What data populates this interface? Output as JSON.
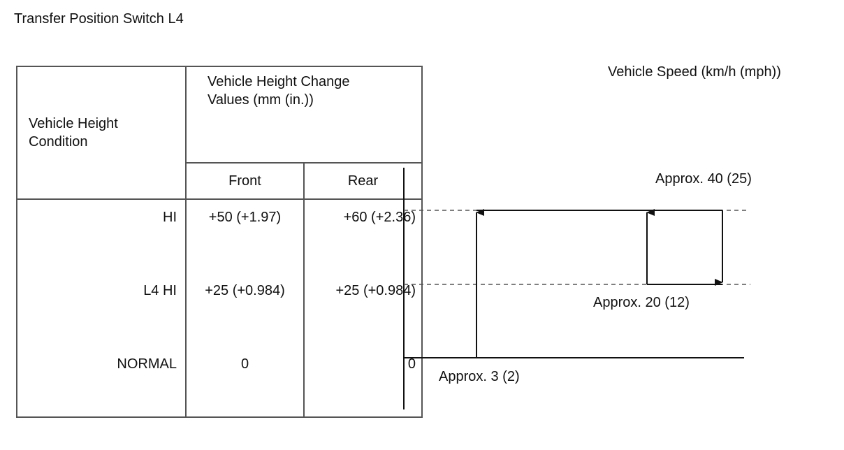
{
  "title": "Transfer Position Switch L4",
  "table": {
    "header_condition": [
      "Vehicle Height",
      "Condition"
    ],
    "header_values": [
      "Vehicle Height Change",
      "Values (mm (in.))"
    ],
    "sub_front": "Front",
    "sub_rear": "Rear",
    "rows": [
      {
        "condition": "HI",
        "front": "+50 (+1.97)",
        "rear": "+60 (+2.36)"
      },
      {
        "condition": "L4 HI",
        "front": "+25 (+0.984)",
        "rear": "+25 (+0.984)"
      },
      {
        "condition": "NORMAL",
        "front": "0",
        "rear": "0"
      }
    ]
  },
  "graph": {
    "axis_label": "Vehicle Speed (km/h (mph))",
    "label_40": "Approx. 40 (25)",
    "label_20": "Approx. 20 (12)",
    "label_3": "Approx. 3 (2)",
    "colors": {
      "line": "#111111",
      "dashed": "#555555"
    }
  }
}
